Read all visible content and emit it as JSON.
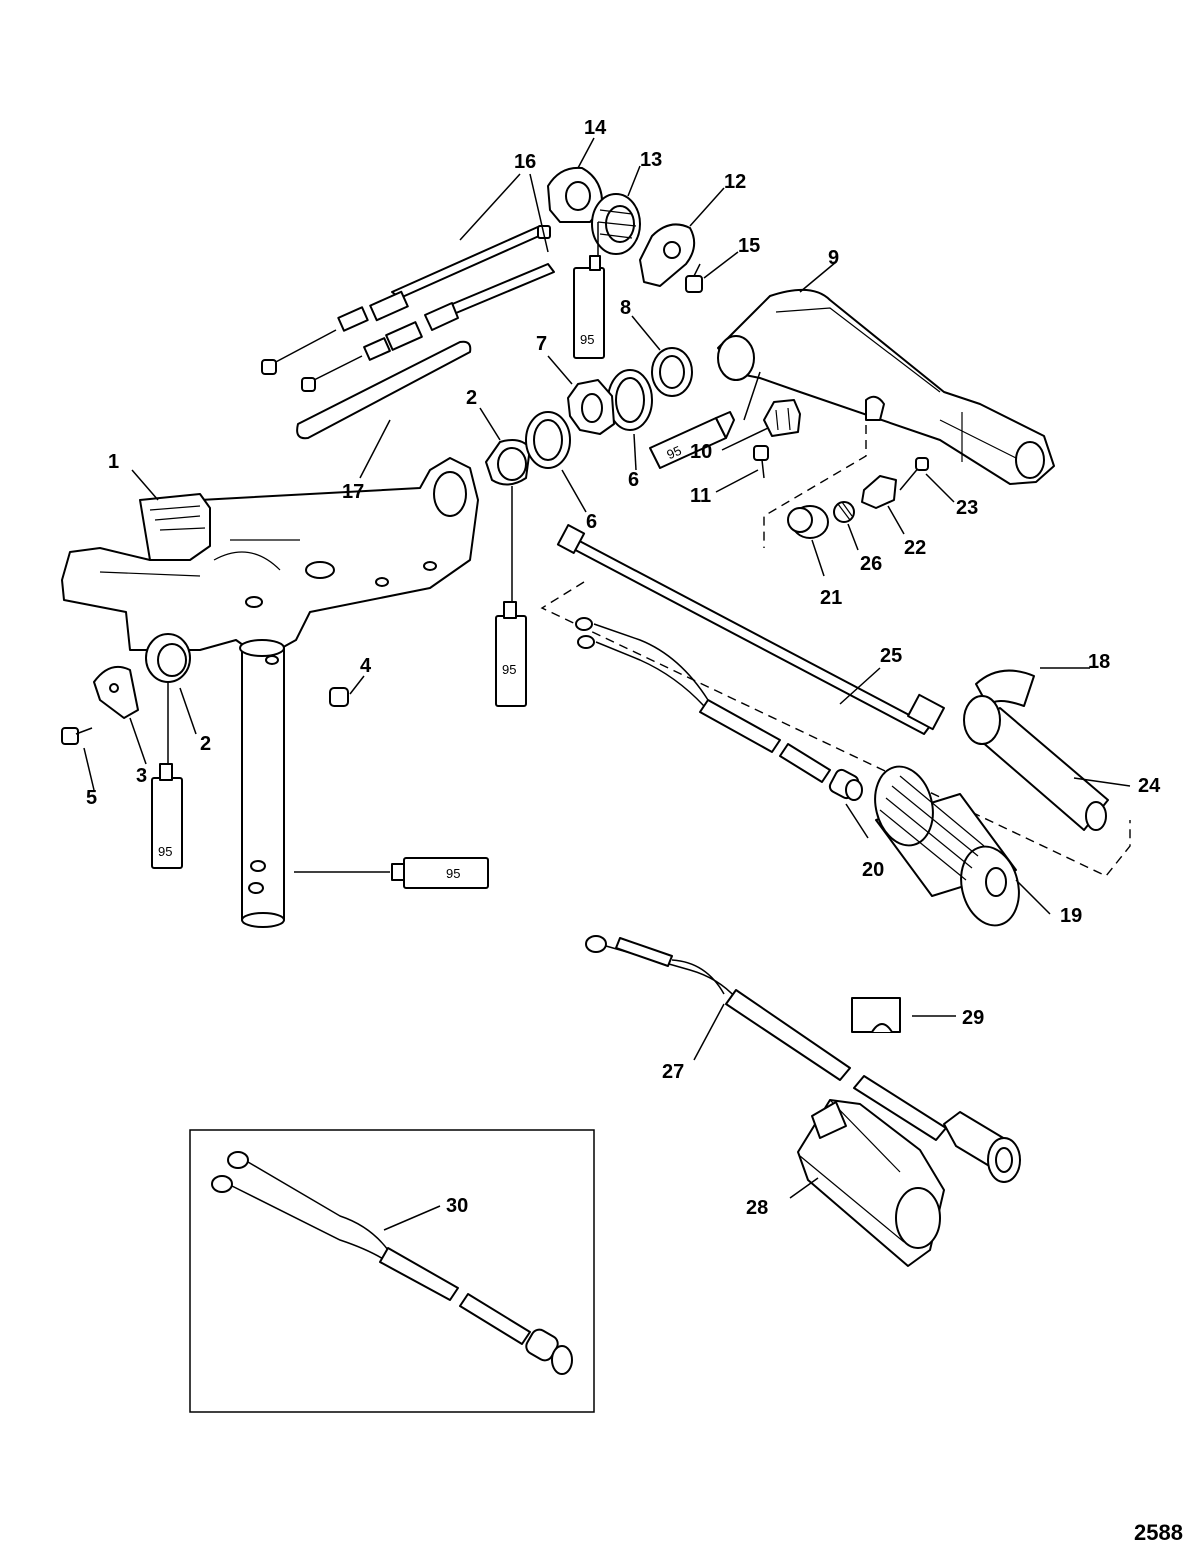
{
  "figure_number": "2588",
  "sealant_compound": "95",
  "callouts": [
    "1",
    "2",
    "2",
    "3",
    "4",
    "5",
    "6",
    "6",
    "7",
    "8",
    "9",
    "10",
    "11",
    "12",
    "13",
    "14",
    "15",
    "16",
    "17",
    "18",
    "19",
    "20",
    "21",
    "22",
    "23",
    "24",
    "25",
    "26",
    "27",
    "28",
    "29",
    "30"
  ],
  "colors": {
    "ink": "#000000",
    "paper": "#ffffff"
  }
}
